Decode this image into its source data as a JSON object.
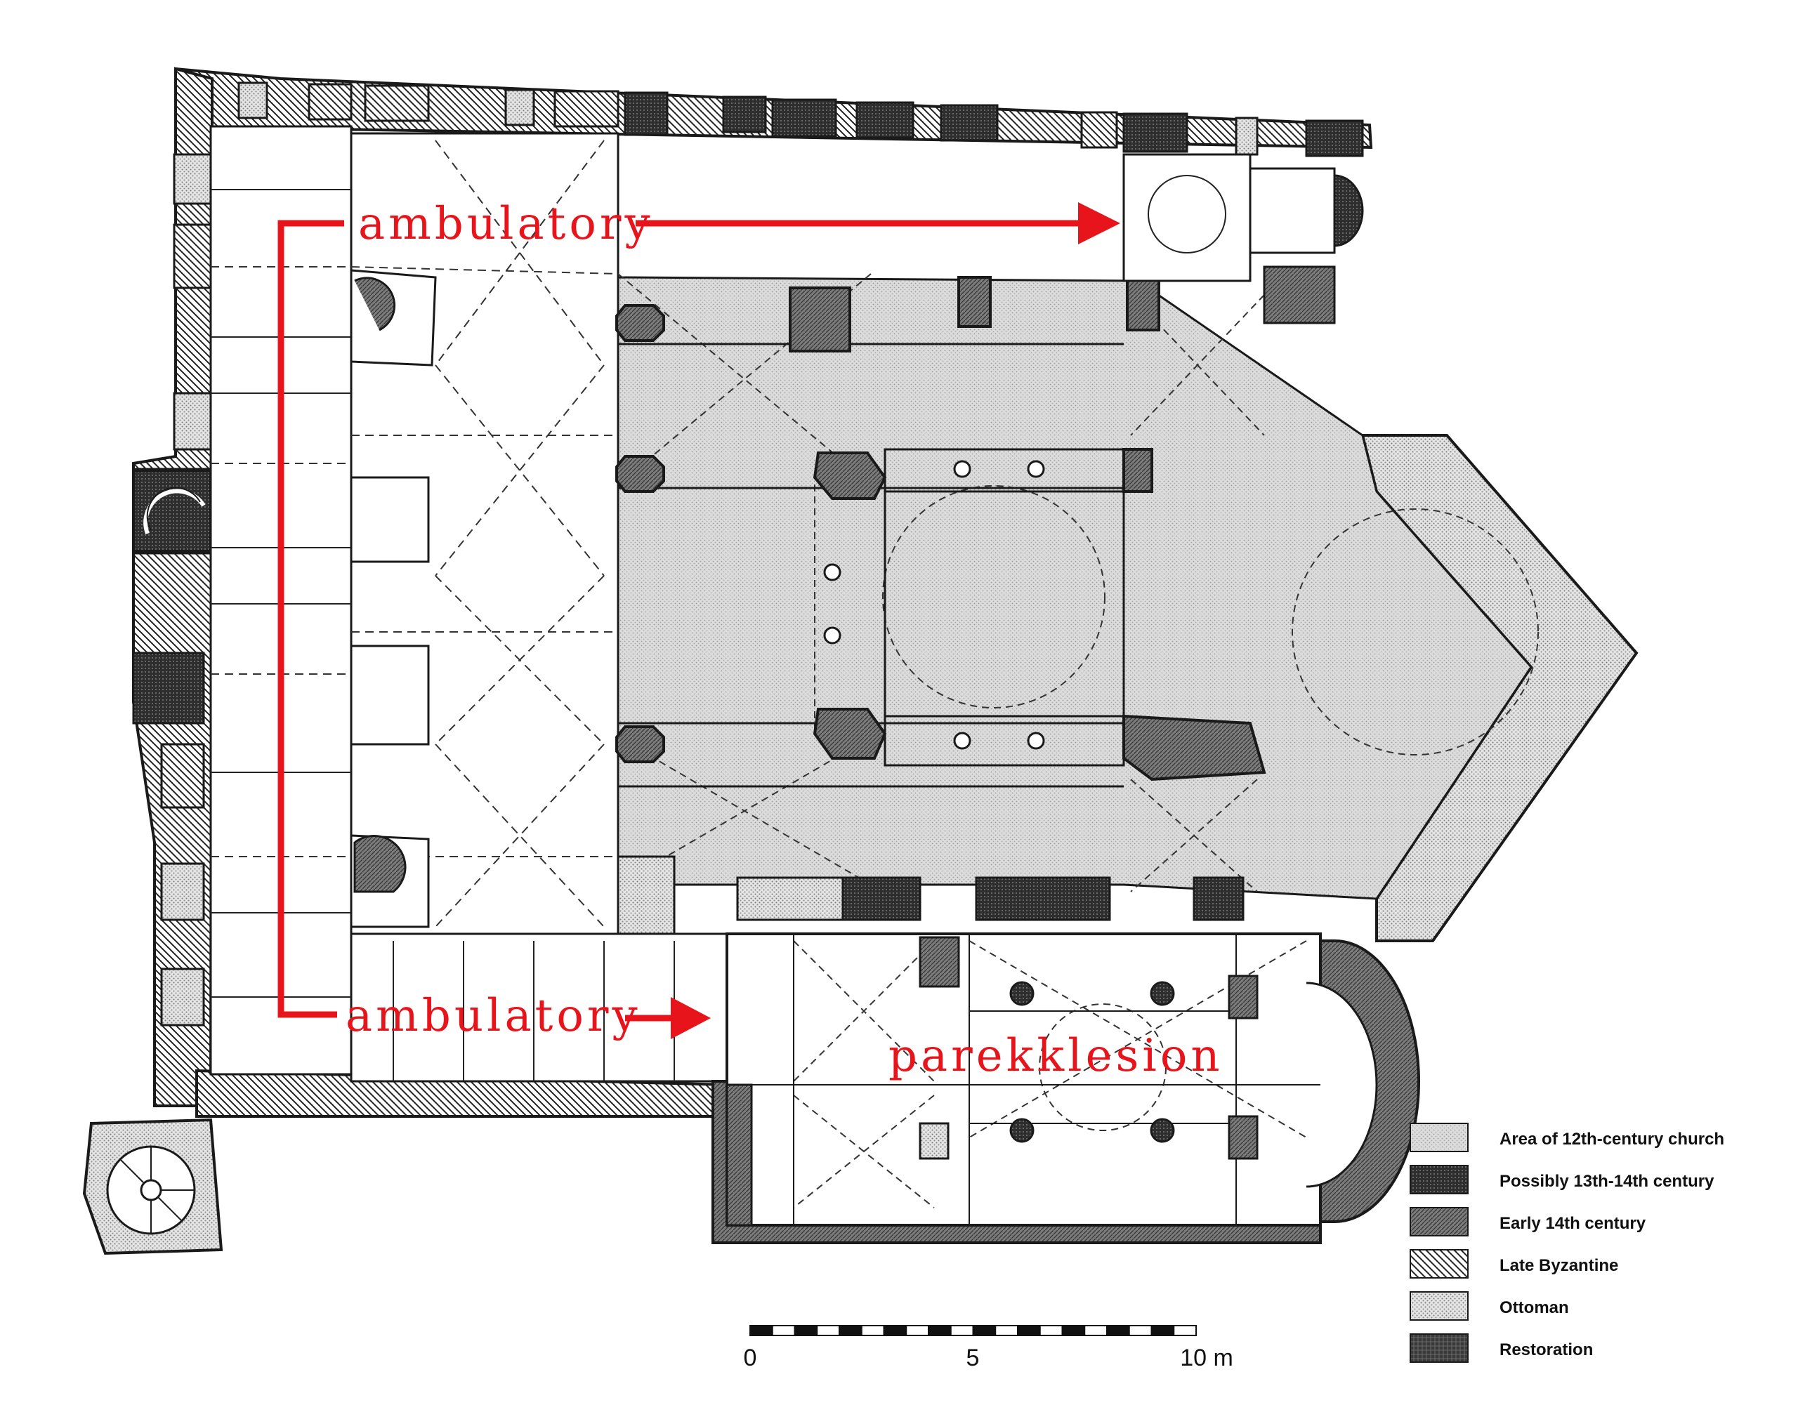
{
  "annotations": {
    "ambulatory_top": "ambulatory",
    "ambulatory_bottom": "ambulatory",
    "parekklesion": "parekklesion"
  },
  "scale_bar": {
    "ticks": [
      "0",
      "5",
      "10 m"
    ],
    "max_value": 10,
    "unit": "m",
    "segments": 20
  },
  "legend": [
    {
      "label": "Area of 12th-century church",
      "pattern": "church"
    },
    {
      "label": "Possibly 13th-14th century",
      "pattern": "c13"
    },
    {
      "label": "Early 14th century",
      "pattern": "c14"
    },
    {
      "label": "Late Byzantine",
      "pattern": "late"
    },
    {
      "label": "Ottoman",
      "pattern": "ottoman"
    },
    {
      "label": "Restoration",
      "pattern": "restoration"
    }
  ],
  "colors": {
    "annotation": "#e8141b",
    "church_fill": "#d6d6d6",
    "wall_stroke": "#1a1a1a"
  }
}
